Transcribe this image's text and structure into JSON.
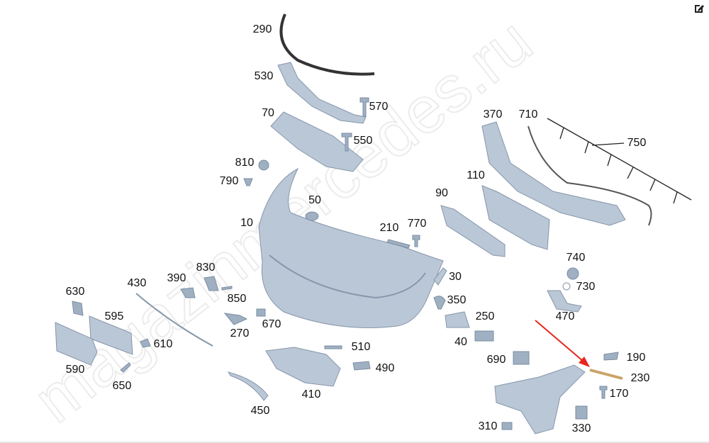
{
  "watermark": "magazinmercedes.ru",
  "toolbar": {
    "edit_icon": "edit-icon"
  },
  "highlight": {
    "arrow_color": "#e8261c",
    "target_part": "230"
  },
  "colors": {
    "part_fill": "#b9c7d6",
    "part_stroke": "#8796aa"
  },
  "parts": [
    "290",
    "530",
    "570",
    "70",
    "550",
    "810",
    "790",
    "50",
    "10",
    "210",
    "770",
    "370",
    "710",
    "750",
    "110",
    "90",
    "740",
    "730",
    "470",
    "30",
    "350",
    "250",
    "40",
    "690",
    "190",
    "230",
    "170",
    "310",
    "330",
    "630",
    "595",
    "430",
    "390",
    "830",
    "850",
    "270",
    "670",
    "610",
    "590",
    "650",
    "510",
    "490",
    "410",
    "450"
  ]
}
